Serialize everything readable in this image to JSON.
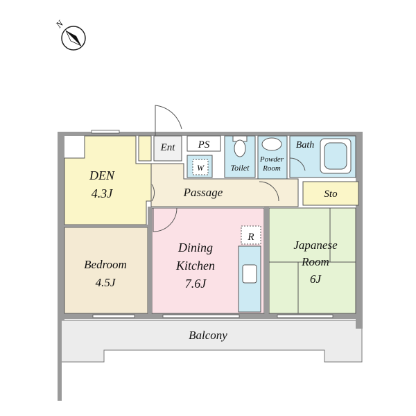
{
  "compass": {
    "north_label": "N"
  },
  "rooms": {
    "den": {
      "name": "DEN",
      "size": "4.3J",
      "color": "#fbf6c8"
    },
    "bedroom": {
      "name": "Bedroom",
      "size": "4.5J",
      "color": "#f4ead3"
    },
    "dining_kitchen": {
      "name_line1": "Dining",
      "name_line2": "Kitchen",
      "size": "7.6J",
      "color": "#fbe1e6"
    },
    "japanese_room": {
      "name_line1": "Japanese",
      "name_line2": "Room",
      "size": "6J",
      "color": "#e6f3d4"
    },
    "entrance": {
      "name": "Ent"
    },
    "ps": {
      "name": "PS"
    },
    "washer": {
      "name": "W"
    },
    "toilet": {
      "name": "Toilet"
    },
    "powder_room": {
      "name_line1": "Powder",
      "name_line2": "Room"
    },
    "bath": {
      "name": "Bath"
    },
    "passage": {
      "name": "Passage",
      "color": "#f7efd9"
    },
    "storage": {
      "name": "Sto"
    },
    "refrigerator": {
      "name": "R"
    },
    "balcony": {
      "name": "Balcony",
      "color": "#ececec"
    }
  },
  "colors": {
    "wet_area": "#cdeaf3",
    "wall": "#9a9a9a"
  }
}
